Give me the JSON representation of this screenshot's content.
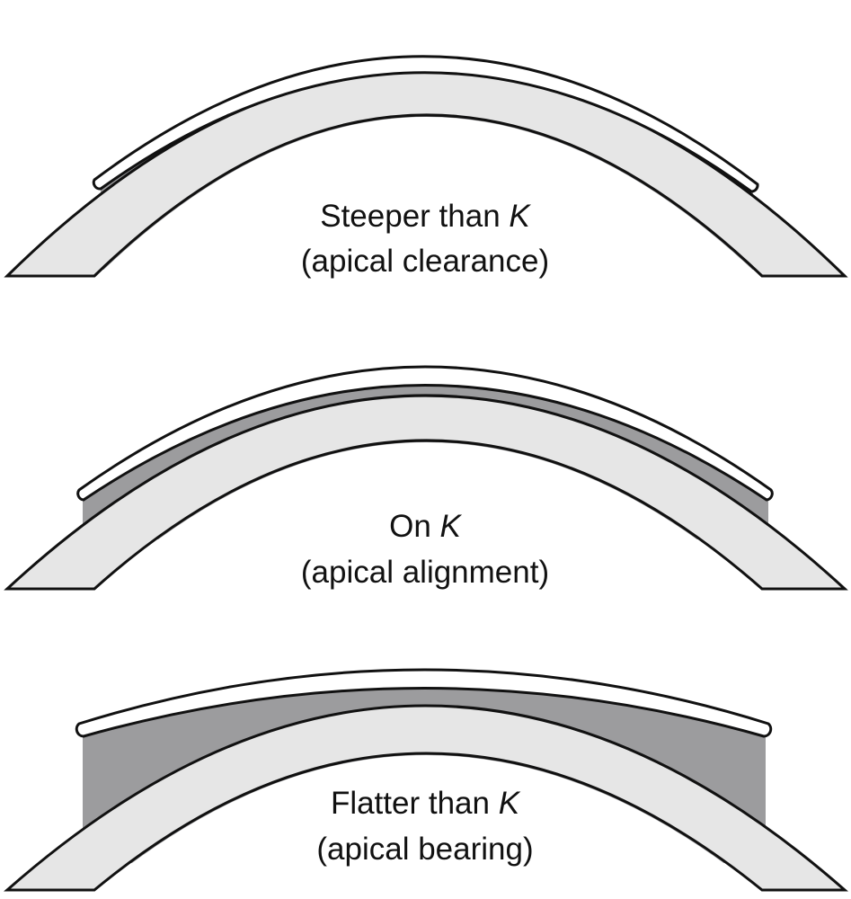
{
  "panels": [
    {
      "title": "Steeper than ",
      "k": "K",
      "subtitle": "(apical clearance)"
    },
    {
      "title": "On ",
      "k": "K",
      "subtitle": "(apical alignment)"
    },
    {
      "title": "Flatter than ",
      "k": "K",
      "subtitle": "(apical bearing)"
    }
  ],
  "colors": {
    "tear_film": "#9c9c9e",
    "cornea": "#e6e6e6",
    "lens": "#ffffff"
  }
}
